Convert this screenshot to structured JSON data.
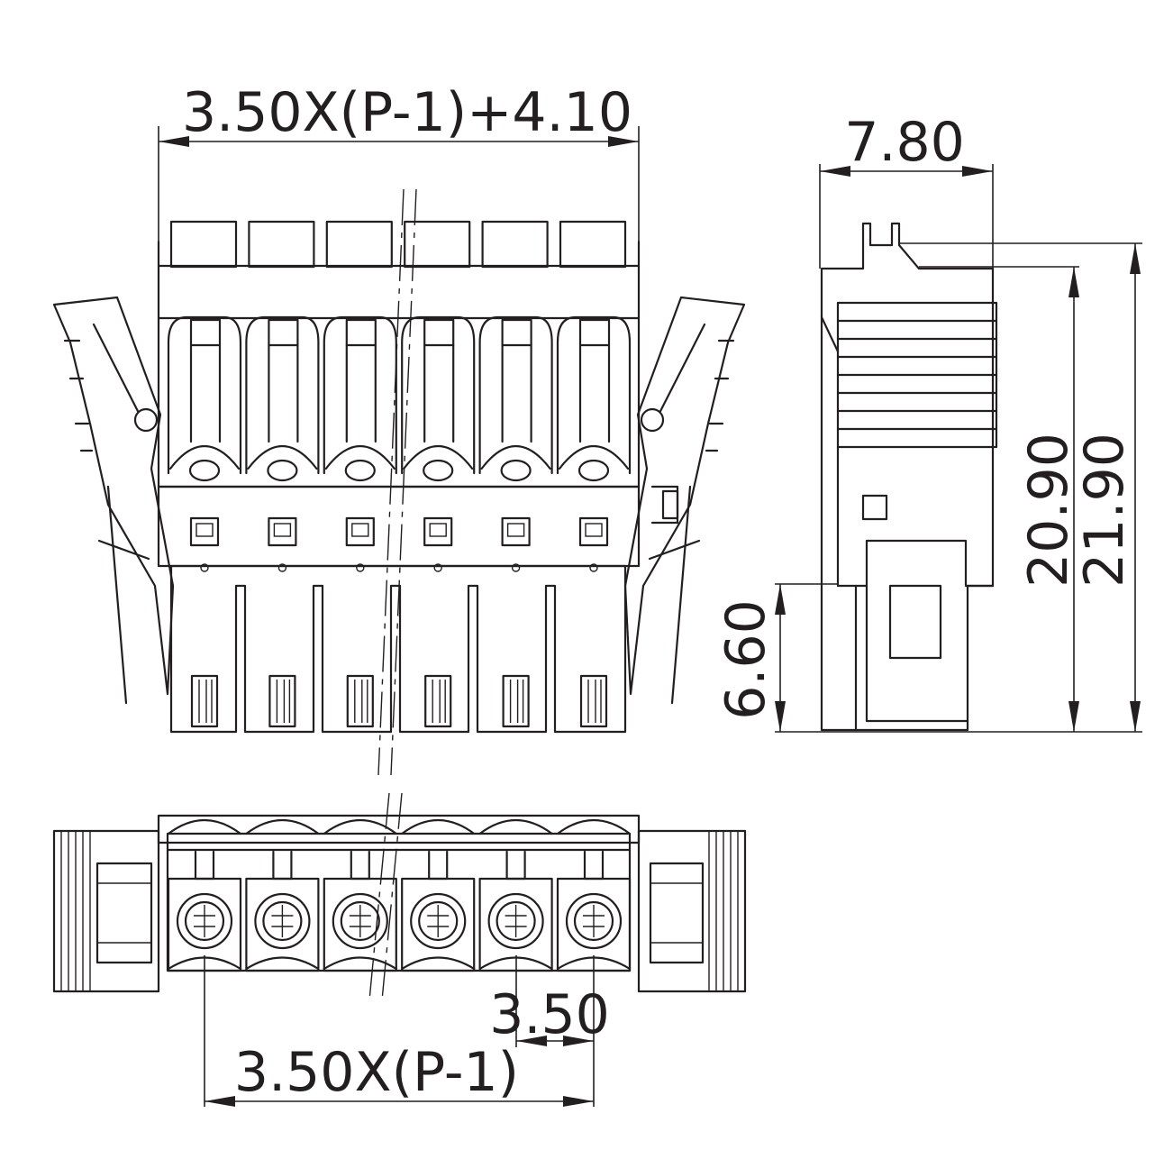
{
  "drawing": {
    "line_color": "#231f20",
    "background": "#ffffff",
    "dimensions": {
      "front_overall_width": "3.50X(P-1)+4.10",
      "side_width": "7.80",
      "side_height_inner": "20.90",
      "side_height_overall": "21.90",
      "side_lower_height": "6.60",
      "pitch": "3.50",
      "bottom_pitch_span": "3.50X(P-1)"
    },
    "positions": 6
  }
}
